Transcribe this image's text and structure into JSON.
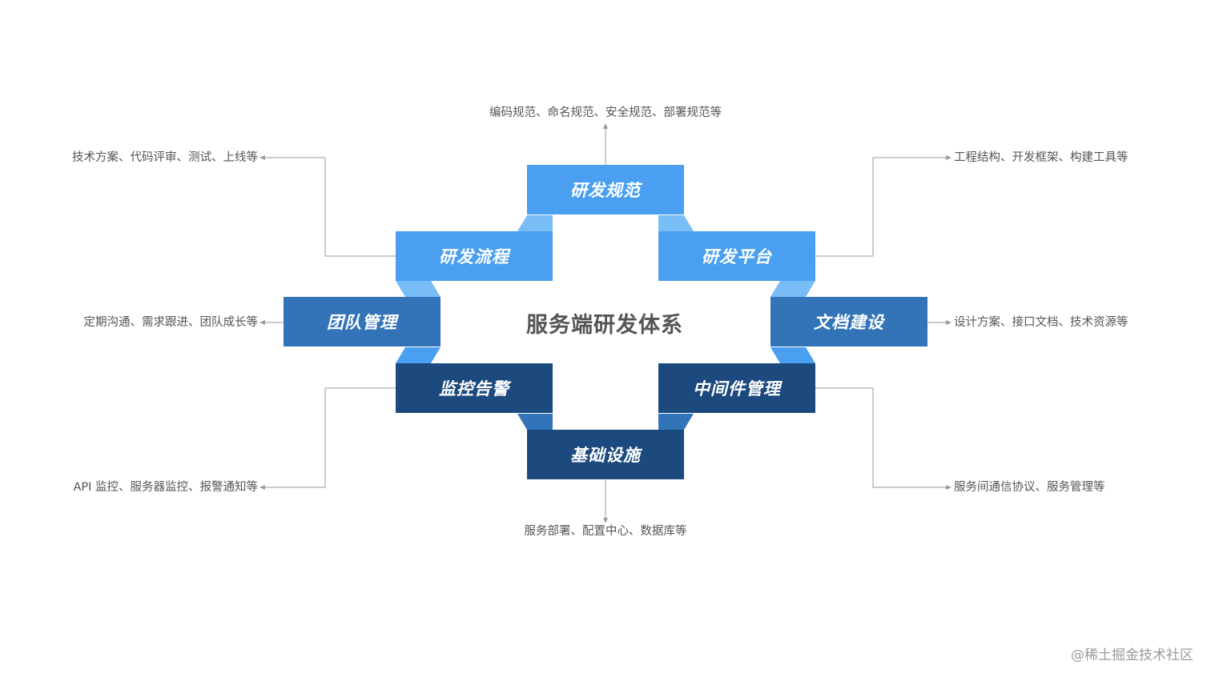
{
  "title": "服务端研发体系",
  "nodes": {
    "guifan": {
      "label": "研发规范",
      "desc": "编码规范、命名规范、安全规范、部署规范等"
    },
    "liucheng": {
      "label": "研发流程",
      "desc": "技术方案、代码评审、测试、上线等"
    },
    "pingtai": {
      "label": "研发平台",
      "desc": "工程结构、开发框架、构建工具等"
    },
    "tuandui": {
      "label": "团队管理",
      "desc": "定期沟通、需求跟进、团队成长等"
    },
    "wendang": {
      "label": "文档建设",
      "desc": "设计方案、接口文档、技术资源等"
    },
    "jiankong": {
      "label": "监控告警",
      "desc": "API 监控、服务器监控、报警通知等"
    },
    "zhongjianjian": {
      "label": "中间件管理",
      "desc": "服务间通信协议、服务管理等"
    },
    "jichu": {
      "label": "基础设施",
      "desc": "服务部署、配置中心、数据库等"
    }
  },
  "watermark": "@稀土掘金技术社区",
  "colors": {
    "light": "#4a9ff0",
    "light_connector": "#79bdf6",
    "mid": "#3374b8",
    "dark": "#1c4a7e",
    "line": "#9a9a9a",
    "text": "#555555"
  }
}
